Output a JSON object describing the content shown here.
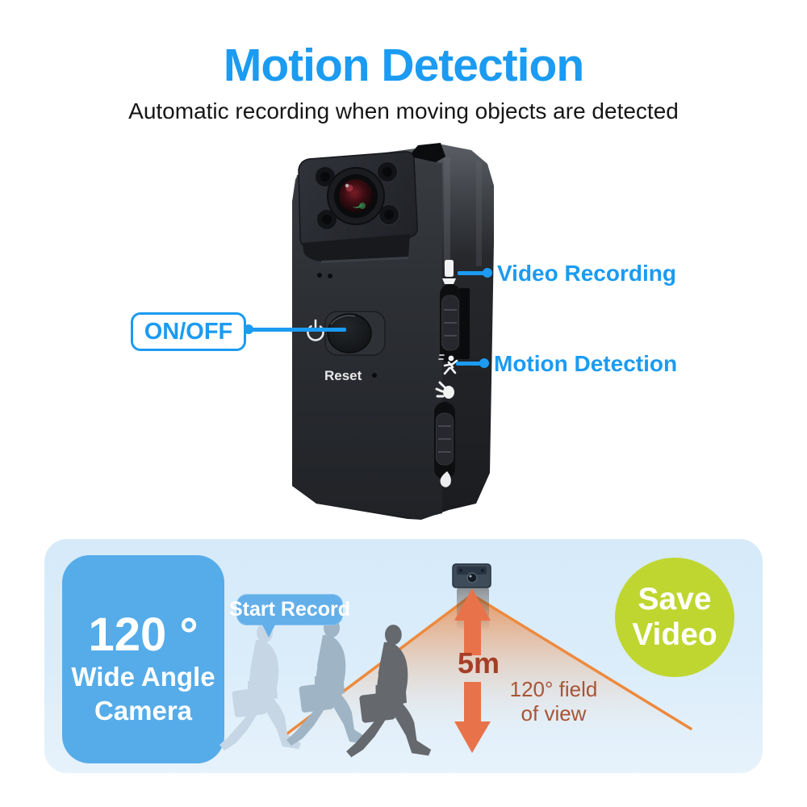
{
  "header": {
    "title": "Motion Detection",
    "subtitle": "Automatic recording when moving objects are detected"
  },
  "device": {
    "reset_label": "Reset",
    "callouts": {
      "on_off": "ON/OFF",
      "video_recording": "Video Recording",
      "motion_detection": "Motion Detection"
    },
    "side_icons": [
      "video-camera-icon",
      "running-person-icon",
      "hand-icon",
      "drop-icon"
    ],
    "front_icons": [
      "power-icon",
      "camera-lens",
      "ir-led-dots",
      "mic-holes"
    ]
  },
  "panel": {
    "angle_value": "120 °",
    "angle_line1": "Wide Angle",
    "angle_line2": "Camera",
    "start_record": "Start Record",
    "distance": "5m",
    "fov_line1": "120° field",
    "fov_line2": "of view",
    "save_line1": "Save",
    "save_line2": "Video"
  },
  "colors": {
    "accent_blue": "#1B9BF1",
    "panel_blue": "#D9ECFA",
    "card_blue": "#55ACE9",
    "bubble_blue": "#63AFEA",
    "save_green": "#BFD630",
    "arrow_orange": "#E8734B",
    "fov_border_orange": "#ED8A3E",
    "distance_text_red": "#A63E26",
    "device_body": "#2B2E33"
  }
}
